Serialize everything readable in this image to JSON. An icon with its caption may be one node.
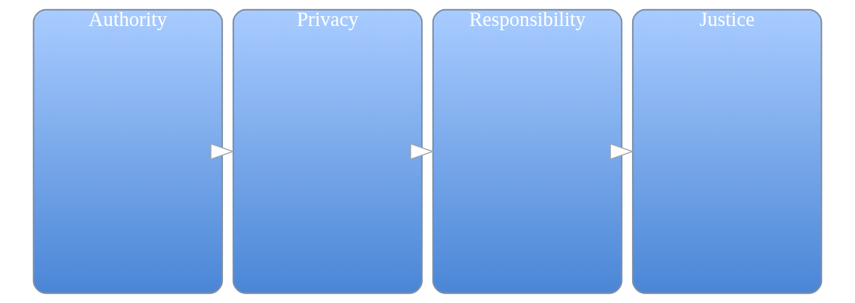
{
  "diagram": {
    "nodes": [
      {
        "text": [
          "Authority"
        ]
      },
      {
        "text": [
          "Privacy"
        ]
      },
      {
        "text": [
          "Responsibility"
        ]
      },
      {
        "text": [
          "Justice"
        ]
      }
    ],
    "edges": [
      {
        "from": 0,
        "to": 1,
        "arrow": "to"
      },
      {
        "from": 1,
        "to": 2,
        "arrow": "to"
      },
      {
        "from": 2,
        "to": 3,
        "arrow": "to"
      }
    ]
  }
}
